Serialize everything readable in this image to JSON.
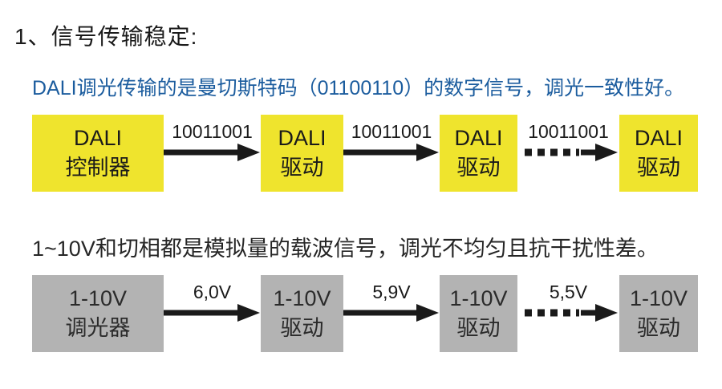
{
  "title": "1、信号传输稳定:",
  "dali": {
    "description": "DALI调光传输的是曼切斯特码（01100110）的数字信号，调光一致性好。",
    "nodes": [
      {
        "line1": "DALI",
        "line2": "控制器"
      },
      {
        "line1": "DALI",
        "line2": "驱动"
      },
      {
        "line1": "DALI",
        "line2": "驱动"
      },
      {
        "line1": "DALI",
        "line2": "驱动"
      }
    ],
    "arrows": [
      {
        "label": "10011001",
        "style": "solid"
      },
      {
        "label": "10011001",
        "style": "solid"
      },
      {
        "label": "10011001",
        "style": "dashed"
      }
    ]
  },
  "analog": {
    "description": "1~10V和切相都是模拟量的载波信号，调光不均匀且抗干扰性差。",
    "nodes": [
      {
        "line1": "1-10V",
        "line2": "调光器"
      },
      {
        "line1": "1-10V",
        "line2": "驱动"
      },
      {
        "line1": "1-10V",
        "line2": "驱动"
      },
      {
        "line1": "1-10V",
        "line2": "驱动"
      }
    ],
    "arrows": [
      {
        "label": "6,0V",
        "style": "solid"
      },
      {
        "label": "5,9V",
        "style": "solid"
      },
      {
        "label": "5,5V",
        "style": "dashed"
      }
    ]
  },
  "colors": {
    "dali_box": "#EFE42D",
    "analog_box": "#B3B3B3",
    "accent_text": "#1B5C9E",
    "arrow": "#1A1A1A"
  }
}
